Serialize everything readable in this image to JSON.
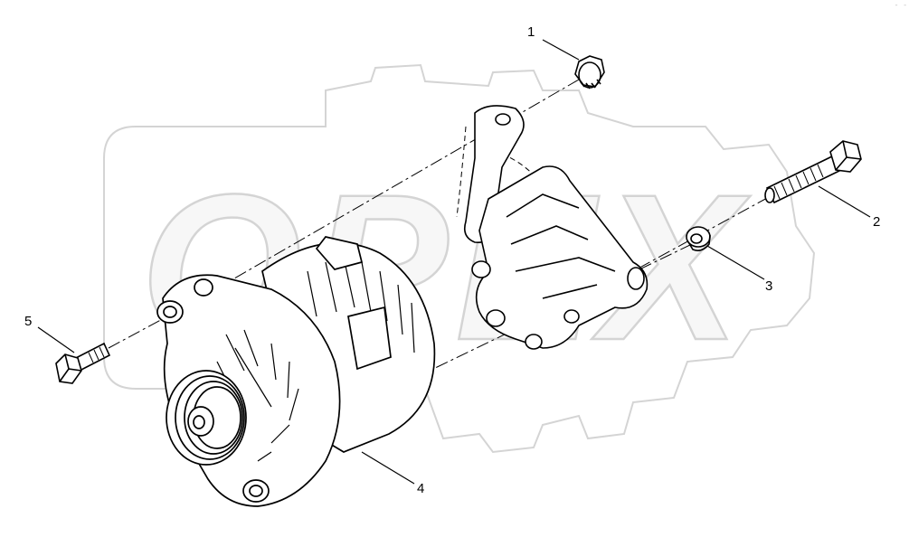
{
  "watermark": {
    "text": "OPEX",
    "fill": "#f7f7f7",
    "stroke": "#d4d4d4"
  },
  "colors": {
    "line": "#000000",
    "background": "#ffffff",
    "watermark": "#d4d4d4"
  },
  "callouts": [
    {
      "id": "1",
      "label": "1",
      "part": "nut"
    },
    {
      "id": "2",
      "label": "2",
      "part": "long-bolt"
    },
    {
      "id": "3",
      "label": "3",
      "part": "spacer-bushing"
    },
    {
      "id": "4",
      "label": "4",
      "part": "alternator"
    },
    {
      "id": "5",
      "label": "5",
      "part": "short-bolt"
    }
  ],
  "corner_mark": "- -"
}
